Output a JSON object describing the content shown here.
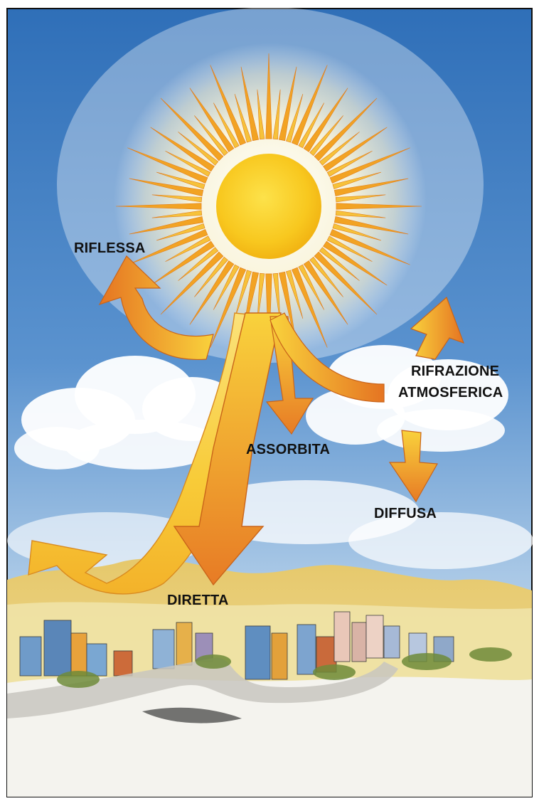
{
  "labels": {
    "riflessa": "RIFLESSA",
    "rifrazione_line1": "RIFRAZIONE",
    "rifrazione_line2": "ATMOSFERICA",
    "assorbita": "ASSORBITA",
    "diffusa": "DIFFUSA",
    "diretta": "DIRETTA"
  },
  "colors": {
    "sky_top": "#2f6fb8",
    "sky_mid": "#8fb9e0",
    "sun_core": "#f7c91c",
    "sun_glow": "#fff6d0",
    "arrow_orange": "#e8812a",
    "arrow_yellow": "#f8cf3a",
    "hills": "#e7cf76",
    "ground": "#f4f3ee"
  }
}
